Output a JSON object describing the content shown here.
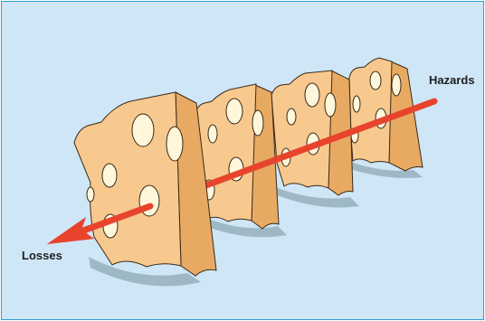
{
  "diagram": {
    "labels": {
      "hazards": "Hazards",
      "losses": "Losses"
    },
    "slice_count": 4,
    "colors": {
      "background": "#cfe6f7",
      "border": "#2a9fd6",
      "cheese_face": "#f8c98e",
      "cheese_side": "#e8aa63",
      "cheese_outline": "#3a2a18",
      "hole_fill": "#fff7dc",
      "shadow": "#9fb8c6",
      "arrow": "#e8432c"
    }
  }
}
